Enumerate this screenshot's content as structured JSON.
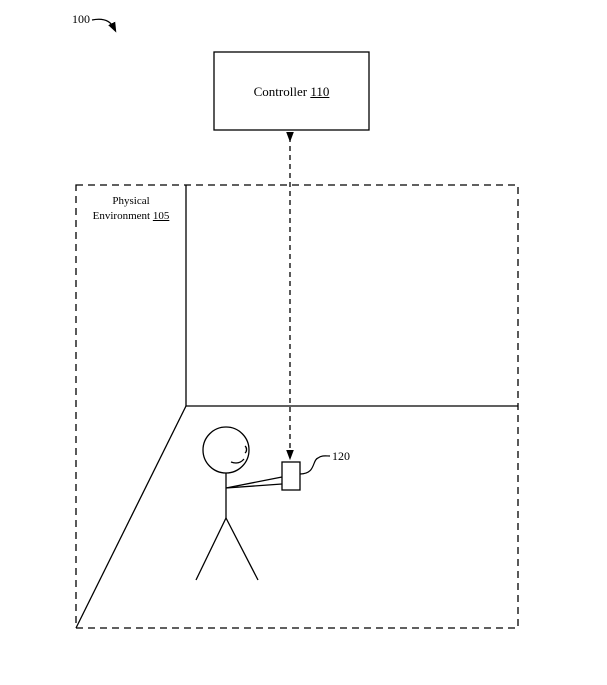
{
  "figure": {
    "ref_label": "100",
    "controller": {
      "name": "Controller",
      "ref": "110"
    },
    "environment": {
      "line1": "Physical",
      "line2": "Environment",
      "ref": "105"
    },
    "device": {
      "ref": "120"
    }
  }
}
